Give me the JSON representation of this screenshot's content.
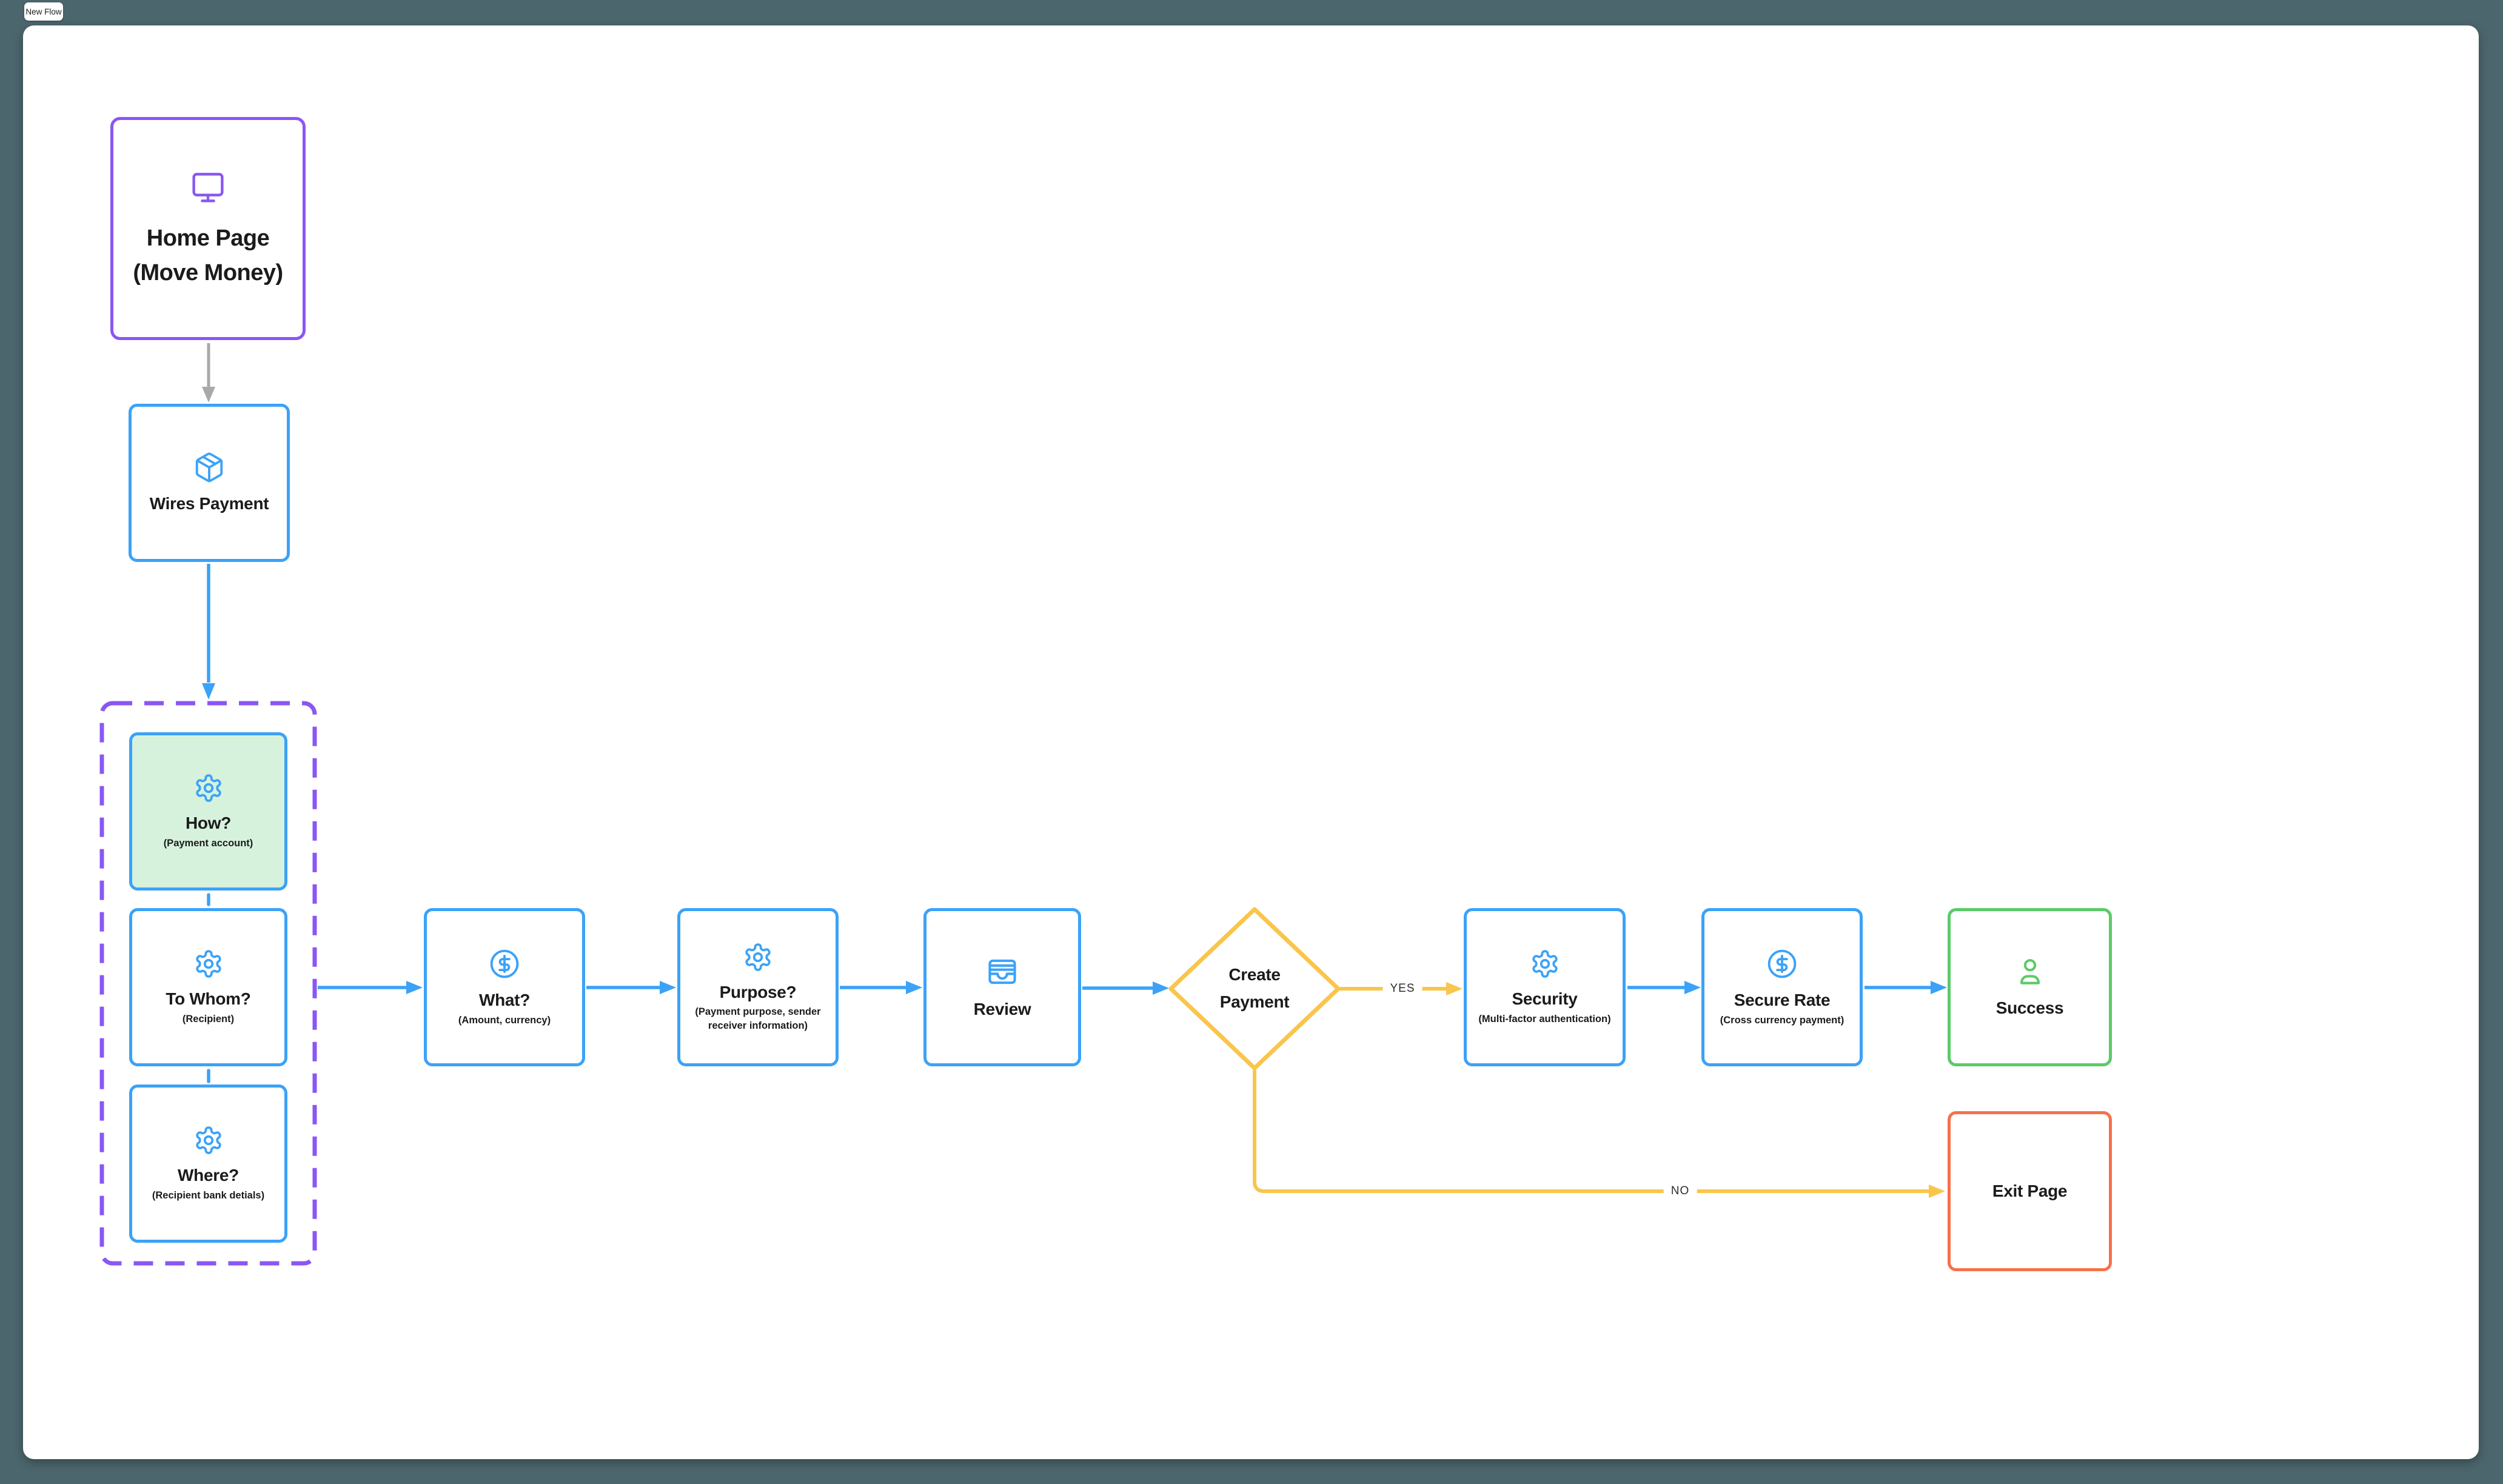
{
  "app": {
    "tab_label": "New Flow"
  },
  "colors": {
    "background": "#4c666d",
    "canvas": "#ffffff",
    "accent_blue": "#3ba2f8",
    "accent_purple": "#8a57f3",
    "accent_green": "#5bca68",
    "green_fill": "#d6f2dc",
    "accent_yellow": "#f9c54b",
    "accent_orange": "#f5714b",
    "arrow_gray": "#a9a9a9",
    "text": "#1b1b1d"
  },
  "diagram": {
    "nodes": {
      "home": {
        "title": "Home Page",
        "subtitle": "(Move Money)",
        "icon": "monitor-icon"
      },
      "wires": {
        "title": "Wires Payment",
        "icon": "package-icon"
      },
      "how": {
        "title": "How?",
        "subtitle": "(Payment account)",
        "icon": "gear-icon"
      },
      "to_whom": {
        "title": "To Whom?",
        "subtitle": "(Recipient)",
        "icon": "gear-icon"
      },
      "where": {
        "title": "Where?",
        "subtitle": "(Recipient bank detials)",
        "icon": "gear-icon"
      },
      "what": {
        "title": "What?",
        "subtitle": "(Amount, currency)",
        "icon": "dollar-circle-icon"
      },
      "purpose": {
        "title": "Purpose?",
        "subtitle_line1": "(Payment purpose, sender",
        "subtitle_line2": "receiver information)",
        "icon": "gear-icon"
      },
      "review": {
        "title": "Review",
        "icon": "wallet-icon"
      },
      "create_payment": {
        "title": "Create Payment"
      },
      "security": {
        "title": "Security",
        "subtitle": "(Multi-factor authentication)",
        "icon": "gear-icon"
      },
      "secure_rate": {
        "title": "Secure Rate",
        "subtitle": "(Cross currency payment)",
        "icon": "dollar-circle-icon"
      },
      "success": {
        "title": "Success",
        "icon": "user-icon"
      },
      "exit": {
        "title": "Exit Page"
      }
    },
    "edge_labels": {
      "yes": "YES",
      "no": "NO"
    }
  }
}
